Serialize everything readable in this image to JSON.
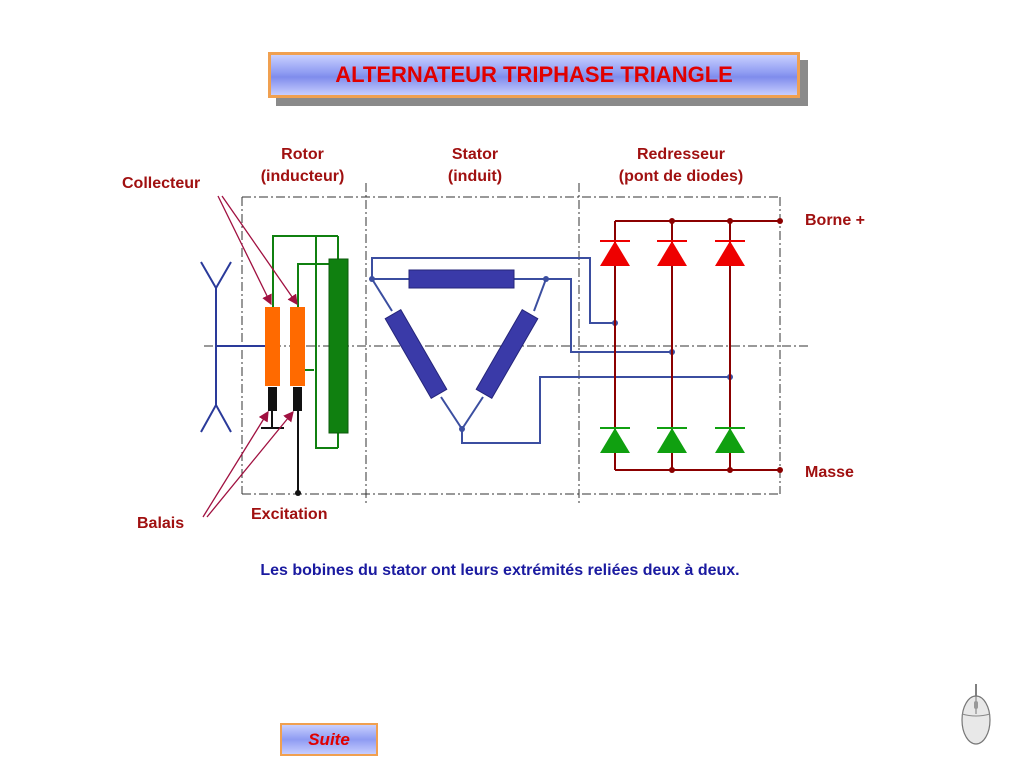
{
  "title": "ALTERNATEUR TRIPHASE TRIANGLE",
  "labels": {
    "rotor_line1": "Rotor",
    "rotor_line2": "(inducteur)",
    "stator_line1": "Stator",
    "stator_line2": "(induit)",
    "redresseur_line1": "Redresseur",
    "redresseur_line2": "(pont de diodes)",
    "collecteur": "Collecteur",
    "balais": "Balais",
    "excitation": "Excitation",
    "borne_plus": "Borne +",
    "masse": "Masse"
  },
  "caption": "Les bobines du stator ont leurs extrémités reliées deux à deux.",
  "suite_button": "Suite",
  "colors": {
    "title_text": "#e00000",
    "label_text": "#a01010",
    "caption_text": "#1a1aa0",
    "stator_coil": "#3a3aa8",
    "wire_blue": "#3b4ea0",
    "rotor_coil": "#108010",
    "collector_ring": "#ff6a00",
    "diode_positive": "#ee0000",
    "diode_negative": "#10a010",
    "bridge_wire": "#8b0000"
  },
  "icons": {
    "mouse": "mouse-icon"
  }
}
